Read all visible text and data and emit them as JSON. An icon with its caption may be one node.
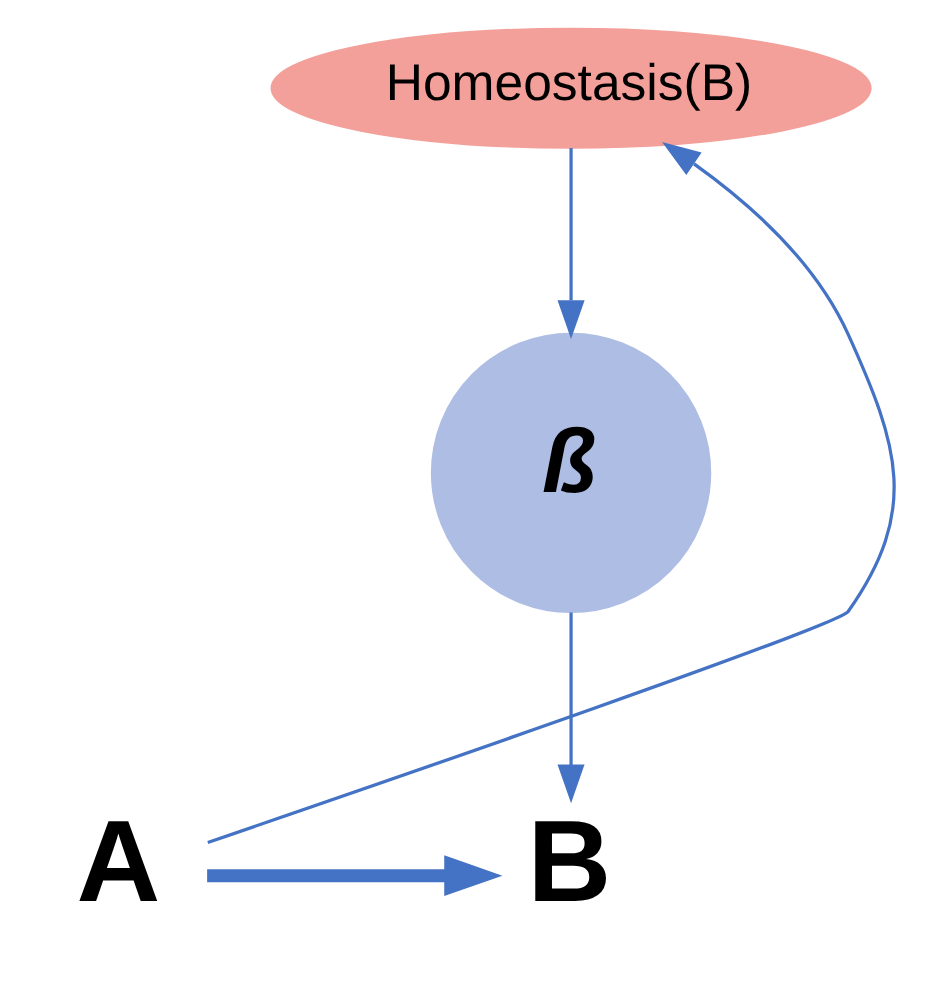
{
  "diagram": {
    "nodes": [
      {
        "text": [
          "Homeostasis(B)"
        ]
      },
      {
        "text": [
          "ß"
        ]
      },
      {
        "text": [
          "A"
        ]
      },
      {
        "text": [
          "B"
        ]
      }
    ],
    "edges": [
      {
        "from": 2,
        "to": 0,
        "arrow": "to"
      },
      {
        "from": 0,
        "to": 1,
        "arrow": "to"
      },
      {
        "from": 1,
        "to": 3,
        "arrow": "to"
      },
      {
        "from": 2,
        "to": 3,
        "arrow": "to",
        "style": "thick"
      }
    ]
  }
}
